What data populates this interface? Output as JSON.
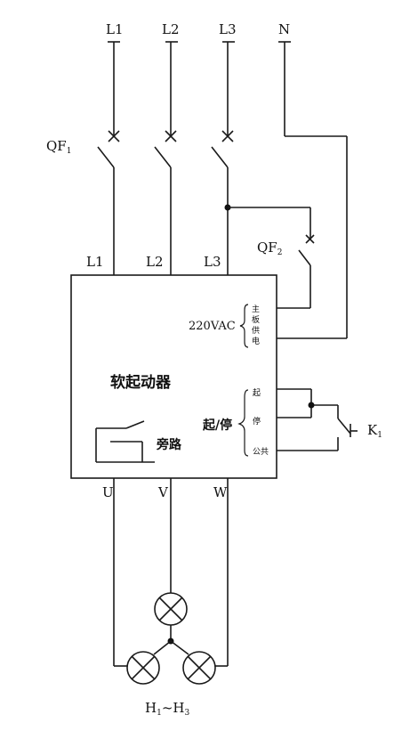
{
  "supply": {
    "l1": "L1",
    "l2": "L2",
    "l3": "L3",
    "n": "N"
  },
  "breakers": {
    "main": "QF",
    "main_sub": "1",
    "control": "QF",
    "control_sub": "2"
  },
  "starter": {
    "name": "软起动器",
    "in_l1": "L1",
    "in_l2": "L2",
    "in_l3": "L3",
    "power_voltage": "220VAC",
    "power_label_1": "主",
    "power_label_2": "板",
    "power_label_3": "供",
    "power_label_4": "电",
    "startstop_label": "起/停",
    "start_term": "起",
    "stop_term": "停",
    "common_term": "公共",
    "bypass_label": "旁路",
    "out_u": "U",
    "out_v": "V",
    "out_w": "W"
  },
  "switch_k": {
    "name": "K",
    "sub": "1"
  },
  "loads": {
    "label_h1": "H",
    "label_h1_sub": "1",
    "label_sep": "~",
    "label_h3": "H",
    "label_h3_sub": "3"
  }
}
